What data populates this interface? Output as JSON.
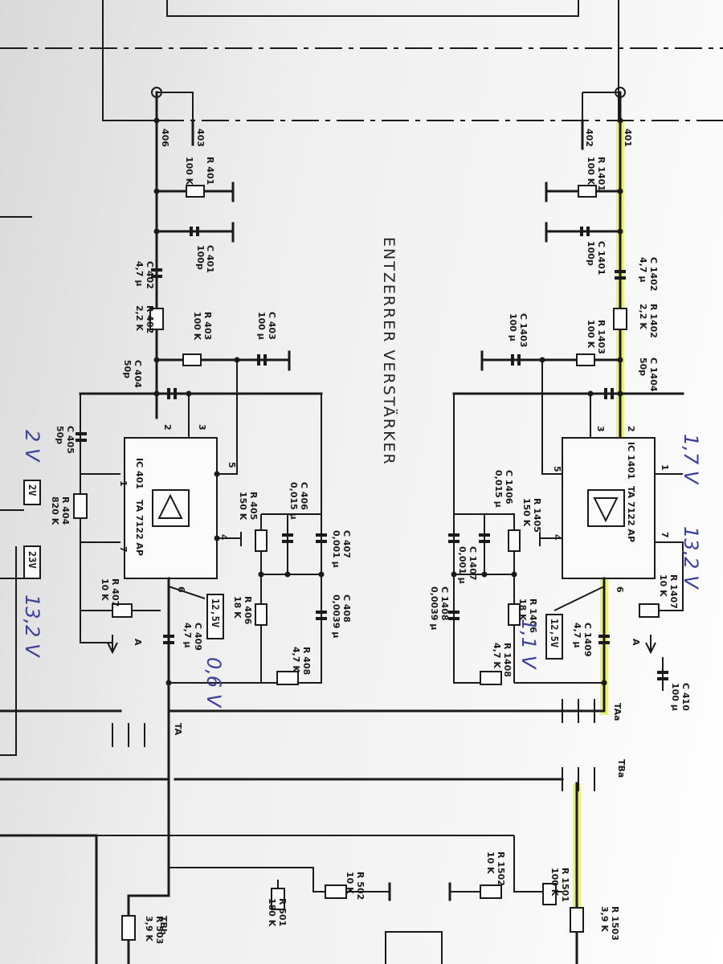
{
  "title": "ENTZERRER VERSTÄRKER",
  "ic_left": {
    "ref": "IC 401",
    "part": "TA 7122 AP"
  },
  "ic_right": {
    "ref": "IC 1401",
    "part": "TA 7122 AP"
  },
  "annotations": {
    "left_top_v": "2 V",
    "left_bottom_v": "13,2 V",
    "left_mid_v": "0,6 V",
    "right_top_v": "1,7 V",
    "right_bottom_v": "13,2 V",
    "right_mid_v": "1,1 V"
  },
  "boxes": {
    "b2v": "2V",
    "b23v": "23V",
    "b12l": "12,5V",
    "b12r": "12,5V"
  },
  "left_labels": {
    "n406": "406",
    "n403": "403",
    "r401": "R 401",
    "r401v": "100 K",
    "c401": "C 401",
    "c401v": "100p",
    "c402": "C 402",
    "c402v": "4,7 µ",
    "r402": "R 402",
    "r402v": "2,2 K",
    "r403": "R 403",
    "r403v": "100 K",
    "c403": "C 403",
    "c403v": "100 µ",
    "c404": "C 404",
    "c404v": "50p",
    "c405": "C 405",
    "c405v": "50p",
    "r404": "R 404",
    "r404v": "820 K",
    "r407": "R 407",
    "r407v": "10 K",
    "c406": "C 406",
    "c406v": "0,015 µ",
    "r405": "R 405",
    "r405v": "150 K",
    "c407": "C 407",
    "c407v": "0,001 µ",
    "c408": "C 408",
    "c408v": "0,0039 µ",
    "r406": "R 406",
    "r406v": "18 K",
    "r408": "R 408",
    "r408v": "4,7 K",
    "c409": "C 409",
    "c409v": "4,7 µ",
    "ta": "TA",
    "tbb": "TBb",
    "r501": "R 501",
    "r501v": "180 K",
    "r502": "R 502",
    "r502v": "10 K",
    "r503": "R 503",
    "r503v": "3,9 K",
    "arrowA": "A"
  },
  "right_labels": {
    "n401": "401",
    "n402": "402",
    "r1401": "R 1401",
    "r1401v": "100 K",
    "c1401": "C 1401",
    "c1401v": "100p",
    "c1402": "C 1402",
    "c1402v": "4,7 µ",
    "r1402": "R 1402",
    "r1402v": "2,2 K",
    "r1403": "R 1403",
    "r1403v": "100 K",
    "c1403": "C 1403",
    "c1403v": "100 µ",
    "c1404": "C 1404",
    "c1404v": "50p",
    "c1406": "C 1406",
    "c1406v": "0,015 µ",
    "r1405": "R 1405",
    "r1405v": "150 K",
    "c1407": "C 1407",
    "c1407v": "0,001 µ",
    "c1408": "C 1408",
    "c1408v": "0,0039 µ",
    "r1406": "R 1406",
    "r1406v": "18 K",
    "r1408": "R 1408",
    "r1408v": "4,7 K",
    "c1409": "C 1409",
    "c1409v": "4,7 µ",
    "r1407": "R 1407",
    "r1407v": "10 K",
    "c410": "C 410",
    "c410v": "100 µ",
    "taa": "TAa",
    "tba": "TBa",
    "r1501": "R 1501",
    "r1501v": "100 K",
    "r1502": "R 1502",
    "r1502v": "10 K",
    "r1503": "R 1503",
    "r1503v": "3,9 K",
    "arrowA": "A"
  },
  "pins": {
    "p1": "1",
    "p2": "2",
    "p3": "3",
    "p4": "4",
    "p5": "5",
    "p6": "6",
    "p7": "7"
  }
}
